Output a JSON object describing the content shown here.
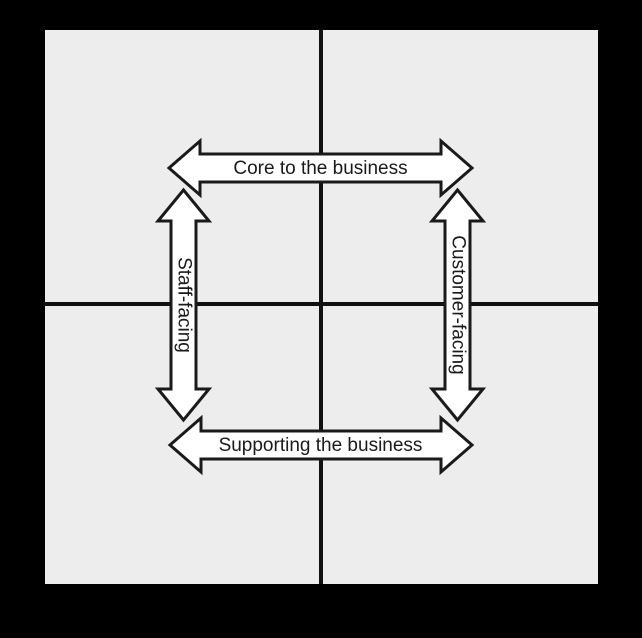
{
  "diagram": {
    "type": "2x2-quadrant-matrix",
    "background_color": "#000000",
    "quadrant_fill_color": "#ededed",
    "divider_color": "#111111",
    "arrow_fill_color": "#ffffff",
    "arrow_stroke_color": "#1a1a1a",
    "axes": {
      "horizontal_top": {
        "label": "Core to the business",
        "orientation": "horizontal",
        "arrowheads": "double",
        "position": "top"
      },
      "horizontal_bottom": {
        "label": "Supporting the business",
        "orientation": "horizontal",
        "arrowheads": "double",
        "position": "bottom"
      },
      "vertical_left": {
        "label": "Staff-facing",
        "orientation": "vertical",
        "arrowheads": "double",
        "position": "left",
        "text_direction": "top-to-bottom"
      },
      "vertical_right": {
        "label": "Customer-facing",
        "orientation": "vertical",
        "arrowheads": "double",
        "position": "right",
        "text_direction": "top-to-bottom"
      }
    },
    "quadrants": [
      {
        "name": "top-left",
        "label": ""
      },
      {
        "name": "top-right",
        "label": ""
      },
      {
        "name": "bottom-left",
        "label": ""
      },
      {
        "name": "bottom-right",
        "label": ""
      }
    ]
  }
}
